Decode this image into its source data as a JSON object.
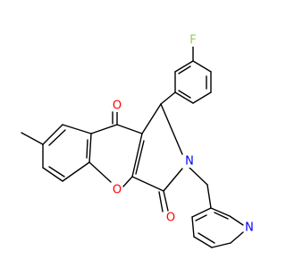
{
  "molecule": {
    "atoms": [
      {
        "id": "F",
        "label": "F",
        "color": "#8fd14f"
      },
      {
        "id": "O_ketone",
        "label": "O",
        "color": "#ff0000"
      },
      {
        "id": "O_ring",
        "label": "O",
        "color": "#ff0000"
      },
      {
        "id": "O_lactam",
        "label": "O",
        "color": "#ff0000"
      },
      {
        "id": "N_lactam",
        "label": "N",
        "color": "#0000ff"
      },
      {
        "id": "N_pyridine",
        "label": "N",
        "color": "#0000ff"
      }
    ],
    "bond_color": "#000000",
    "background": "#ffffff"
  }
}
